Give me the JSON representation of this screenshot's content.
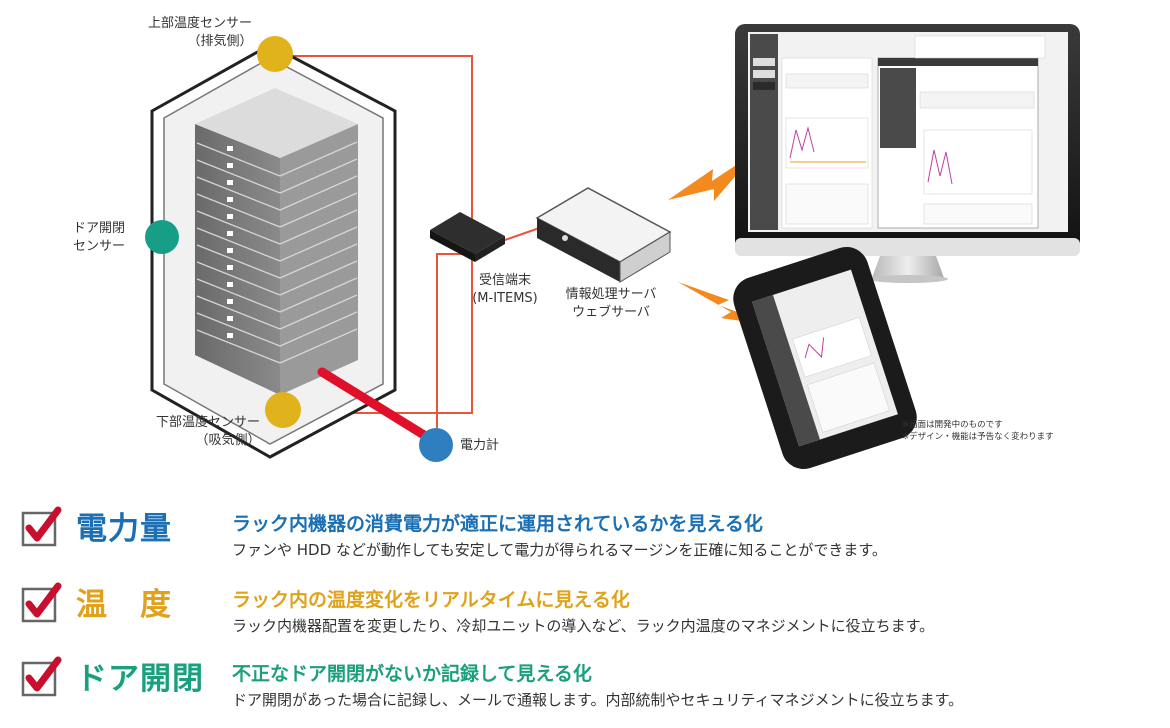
{
  "labels": {
    "top_sensor_line1": "上部温度センサー",
    "top_sensor_line2": "（排気側）",
    "door_sensor_line1": "ドア開閉",
    "door_sensor_line2": "センサー",
    "bottom_sensor_line1": "下部温度センサー",
    "bottom_sensor_line2": "（吸気側）",
    "receiver_line1": "受信端末",
    "receiver_line2": "(M-ITEMS)",
    "server_line1": "情報処理サーバ",
    "server_line2": "ウェブサーバ",
    "power_meter": "電力計"
  },
  "notes": {
    "line1": "※画面は開発中のものです",
    "line2": "※デザイン・機能は予告なく変わります"
  },
  "colors": {
    "temp_sensor": "#e0b21c",
    "door_sensor": "#169e86",
    "power_meter": "#2f7fc0",
    "wire": "#e8553a",
    "power_cable": "#e0102a",
    "check": "#c8102e",
    "power_title": "#1a6fb5",
    "temp_title": "#e0a21a",
    "door_title": "#1aa07e"
  },
  "features": [
    {
      "title": "電力量",
      "heading": "ラック内機器の消費電力が適正に運用されているかを見える化",
      "description": "ファンや HDD などが動作しても安定して電力が得られるマージンを正確に知ることができます。"
    },
    {
      "title": "温　度",
      "heading": "ラック内の温度変化をリアルタイムに見える化",
      "description": "ラック内機器配置を変更したり、冷却ユニットの導入など、ラック内温度のマネジメントに役立ちます。"
    },
    {
      "title": "ドア開閉",
      "heading": "不正なドア開閉がないか記録して見える化",
      "description": "ドア開閉があった場合に記録し、メールで通報します。内部統制やセキュリティマネジメントに役立ちます。"
    }
  ]
}
